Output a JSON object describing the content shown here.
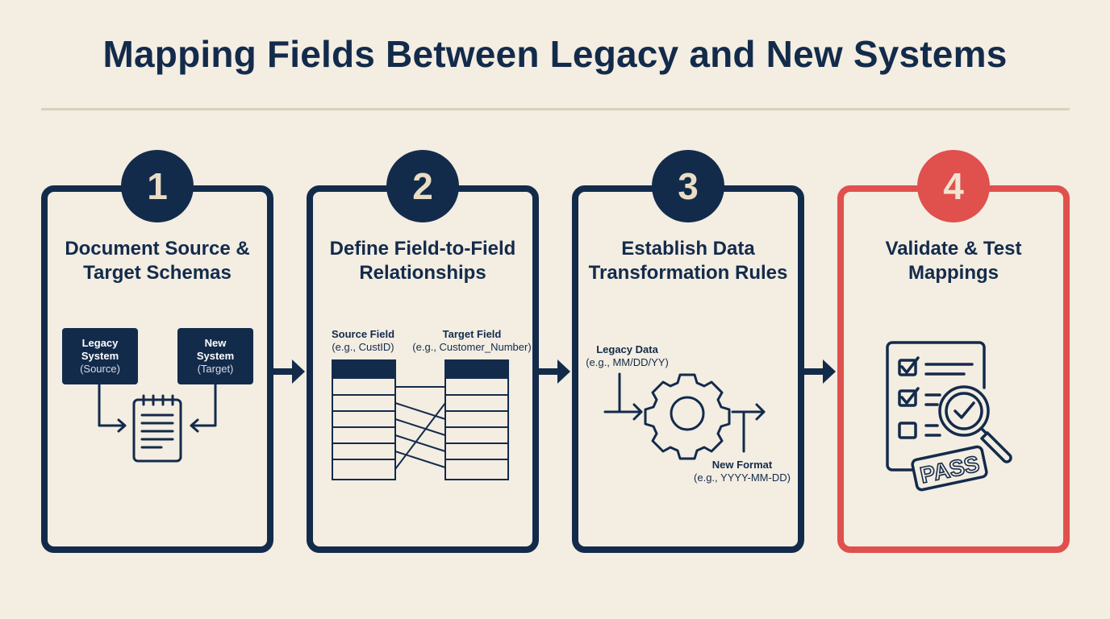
{
  "title": "Mapping Fields Between Legacy and New Systems",
  "colors": {
    "background": "#f3ede2",
    "navy": "#132b4b",
    "accent_red": "#e0504d",
    "rule": "#d9d0bd"
  },
  "steps": [
    {
      "number": "1",
      "title_line1": "Document Source &",
      "title_line2": "Target Schemas",
      "icon": "notepad-icon",
      "source_box": {
        "line1": "Legacy",
        "line2": "System",
        "line3": "(Source)"
      },
      "target_box": {
        "line1": "New",
        "line2": "System",
        "line3": "(Target)"
      }
    },
    {
      "number": "2",
      "title_line1": "Define Field-to-Field",
      "title_line2": "Relationships",
      "icon": "field-mapping-tables-icon",
      "source_label": "Source Field",
      "source_example": "(e.g., CustID)",
      "target_label": "Target Field",
      "target_example": "(e.g., Customer_Number)"
    },
    {
      "number": "3",
      "title_line1": "Establish Data",
      "title_line2": "Transformation Rules",
      "icon": "gear-icon",
      "input_label": "Legacy Data",
      "input_example": "(e.g., MM/DD/YY)",
      "output_label": "New Format",
      "output_example": "(e.g., YYYY-MM-DD)"
    },
    {
      "number": "4",
      "title_line1": "Validate & Test",
      "title_line2": "Mappings",
      "icon": "checklist-magnifier-icon",
      "stamp": "PASS"
    }
  ]
}
